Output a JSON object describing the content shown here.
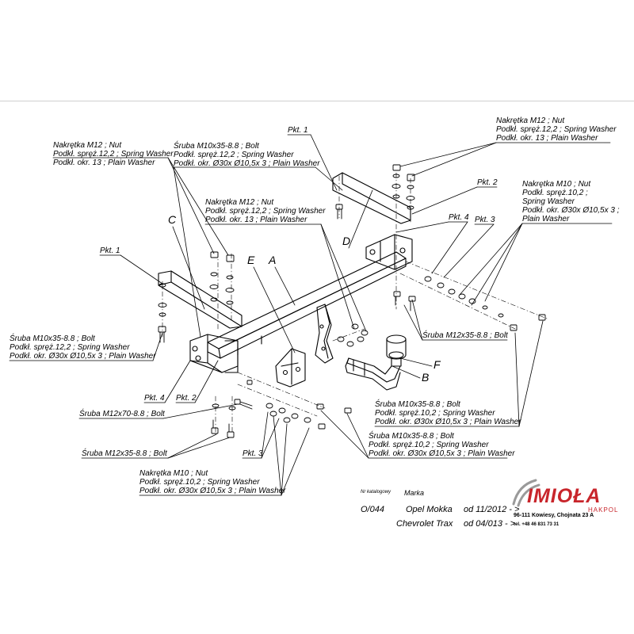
{
  "pkt_labels": {
    "p1_top": "Pkt. 1",
    "p1_left": "Pkt. 1",
    "p2_right": "Pkt. 2",
    "p2_bottom": "Pkt. 2",
    "p3_right": "Pkt. 3",
    "p3_bottom": "Pkt. 3",
    "p4_right": "Pkt. 4",
    "p4_bottom": "Pkt. 4"
  },
  "letters": {
    "A": "A",
    "B": "B",
    "C": "C",
    "D": "D",
    "E": "E",
    "F": "F"
  },
  "notes": {
    "nut_m12_left": [
      "Nakrętka  M12 ; Nut",
      "Podkł. spręż.12,2 ; Spring Washer",
      "Podkł. okr. 13 ; Plain Washer"
    ],
    "bolt_m10_top": [
      "Śruba M10x35-8.8 ;  Bolt",
      "Podkł. spręż.12,2 ; Spring Washer",
      "Podkł. okr.  Ø30x Ø10,5x 3 ; Plain Washer"
    ],
    "nut_m12_right_top": [
      "Nakrętka  M12 ; Nut",
      "Podkł. spręż.12,2 ; Spring Washer",
      "Podkł. okr. 13 ; Plain Washer"
    ],
    "nut_m12_mid": [
      "Nakrętka  M12 ; Nut",
      "Podkł. spręż.12,2 ; Spring Washer",
      "Podkł. okr. 13 ; Plain Washer"
    ],
    "nut_m10_right": [
      "Nakrętka  M10 ; Nut",
      "Podkł. spręż.10,2 ;",
      "Spring Washer",
      "Podkł. okr.  Ø30x Ø10,5x 3 ;",
      "Plain Washer"
    ],
    "bolt_m10_left": [
      "Śruba M10x35-8.8 ;  Bolt",
      "Podkł. spręż.12,2 ; Spring Washer",
      "Podkł. okr.  Ø30x Ø10,5x 3 ; Plain Washer"
    ],
    "bolt_m12x35_right": [
      "Śruba M12x35-8.8 ;  Bolt"
    ],
    "bolt_m10_bottom_right": [
      "Śruba M10x35-8.8 ;  Bolt",
      "Podkł. spręż.10,2 ; Spring Washer",
      "Podkł. okr.  Ø30x Ø10,5x 3 ; Plain Washer"
    ],
    "bolt_m12x70": [
      "Śruba M12x70-8.8 ;  Bolt"
    ],
    "bolt_m10_bottom_mid": [
      "Śruba M10x35-8.8 ;  Bolt",
      "Podkł. spręż.10,2 ; Spring Washer",
      "Podkł. okr.  Ø30x Ø10,5x 3 ; Plain Washer"
    ],
    "bolt_m12x35_left": [
      "Śruba M12x35-8.8 ;  Bolt"
    ],
    "nut_m10_bottom": [
      "Nakrętka  M10 ; Nut",
      "Podkł. spręż.10,2 ; Spring Washer",
      "Podkł. okr.  Ø30x Ø10,5x 3 ; Plain Washer"
    ]
  },
  "catalog": {
    "nr_label": "Nr katalogowy",
    "marka_label": "Marka",
    "number": "O/044",
    "rows": [
      {
        "make": "Opel Mokka",
        "from": "od 11/2012 - >"
      },
      {
        "make": "Chevrolet Trax",
        "from": "od 04/013 - >"
      }
    ]
  },
  "company": {
    "name": "IMIOŁA",
    "sub": "HAKPOL",
    "address": "96-111 Kowiesy, Chojnata 23 A",
    "phone": "tel. +48 46 831 73 31",
    "brand_color": "#c8252b"
  }
}
